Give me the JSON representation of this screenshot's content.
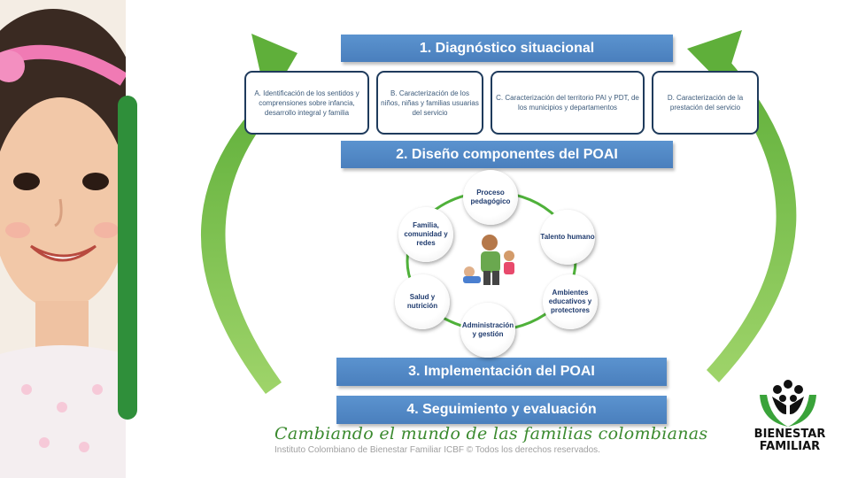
{
  "steps": {
    "s1": "1. Diagnóstico situacional",
    "s2": "2. Diseño componentes del POAI",
    "s3": "3. Implementación del POAI",
    "s4": "4. Seguimiento y evaluación"
  },
  "diagnostic_boxes": {
    "a": "A. Identificación de los sentidos y comprensiones sobre infancia, desarrollo integral y familia",
    "b": "B. Caracterización de los niños, niñas y familias usuarias del servicio",
    "c": "C. Caracterización del territorio PAI y PDT, de los municipios y departamentos",
    "d": "D. Caracterización de la prestación del servicio"
  },
  "components": {
    "proceso": "Proceso pedagógico",
    "talento": "Talento humano",
    "ambientes": "Ambientes educativos y protectores",
    "administracion": "Administración y gestión",
    "salud": "Salud y nutrición",
    "familia": "Familia, comunidad y redes"
  },
  "footer": {
    "tagline": "Cambiando el mundo de las familias colombianas",
    "copyright": "Instituto Colombiano de Bienestar Familiar ICBF © Todos los derechos reservados."
  },
  "logo": {
    "line1": "BIENESTAR",
    "line2": "FAMILIAR"
  },
  "colors": {
    "step_blue": "#4f86c6",
    "arrow_green": "#7cc04a",
    "bar_green": "#2f8f3a"
  }
}
